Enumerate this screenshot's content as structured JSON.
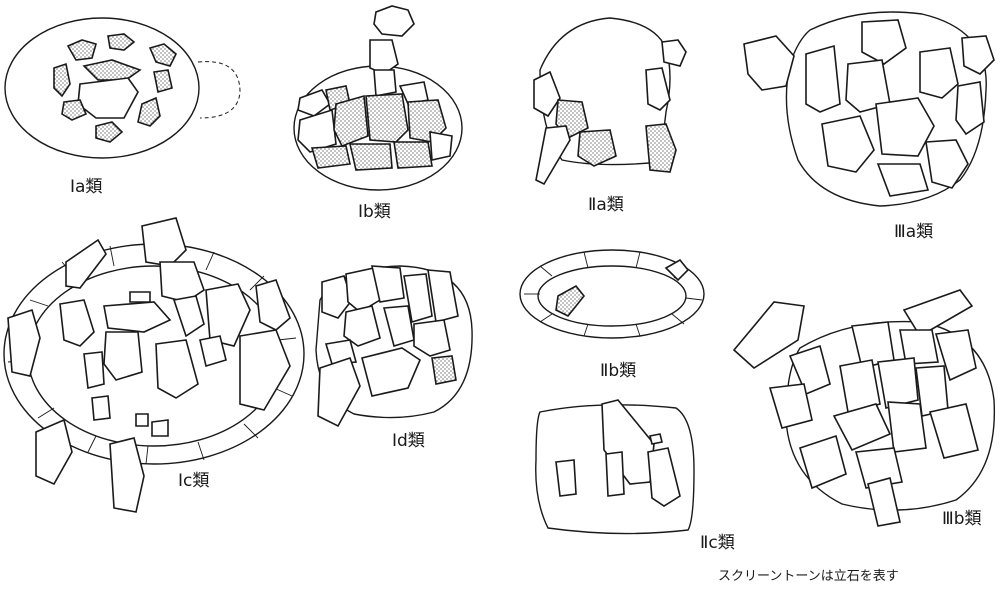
{
  "labels": {
    "ia": "Ⅰa類",
    "ib": "Ⅰb類",
    "ic": "Ⅰc類",
    "id": "Ⅰd類",
    "iia": "Ⅱa類",
    "iib": "Ⅱb類",
    "iic": "Ⅱc類",
    "iiia": "Ⅲa類",
    "iiib": "Ⅲb類"
  },
  "note": "スクリーントーンは立石を表す"
}
